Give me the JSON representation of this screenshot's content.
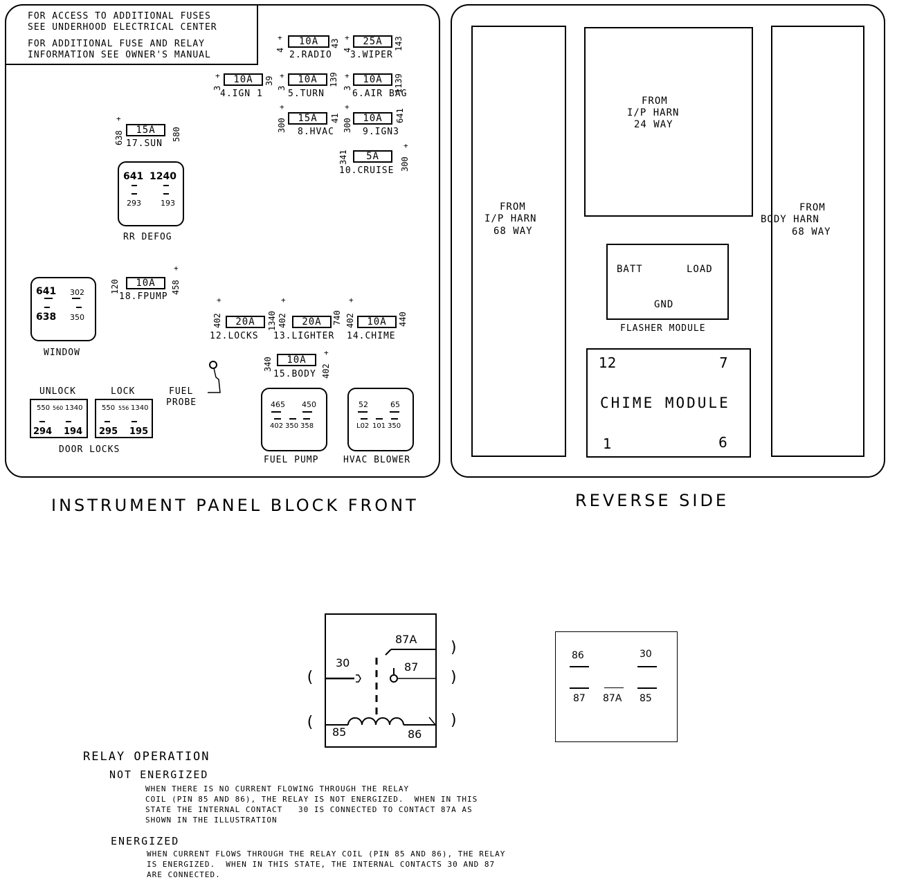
{
  "front": {
    "note1_line1": "FOR ACCESS TO ADDITIONAL FUSES",
    "note1_line2": "SEE UNDERHOOD ELECTRICAL CENTER",
    "note2_line1": "FOR ADDITIONAL FUSE AND RELAY",
    "note2_line2": "INFORMATION SEE OWNER'S MANUAL",
    "caption": "INSTRUMENT PANEL BLOCK FRONT",
    "fuses": {
      "f2": {
        "rating": "10A",
        "label": "2.RADIO"
      },
      "f3": {
        "rating": "25A",
        "label": "3.WIPER"
      },
      "f4": {
        "rating": "10A",
        "label": "4.IGN 1"
      },
      "f5": {
        "rating": "10A",
        "label": "5.TURN"
      },
      "f6": {
        "rating": "10A",
        "label": "6.AIR BAG"
      },
      "f8": {
        "rating": "15A",
        "label": "8.HVAC"
      },
      "f9": {
        "rating": "10A",
        "label": "9.IGN3"
      },
      "f10": {
        "rating": "5A",
        "label": "10.CRUISE"
      },
      "f17": {
        "rating": "15A",
        "label": "17.SUN"
      },
      "f18": {
        "rating": "10A",
        "label": "18.FPUMP"
      },
      "f12": {
        "rating": "20A",
        "label": "12.LOCKS"
      },
      "f13": {
        "rating": "20A",
        "label": "13.LIGHTER"
      },
      "f14": {
        "rating": "10A",
        "label": "14.CHIME"
      },
      "f15": {
        "rating": "10A",
        "label": "15.BODY"
      }
    },
    "circuits": {
      "f2_l": "4",
      "f2_r": "43",
      "f3_l": "4",
      "f3_r": "143",
      "f4_l": "3",
      "f4_r": "39",
      "f5_l": "3",
      "f5_r": "139",
      "f6_l": "3",
      "f6_r": "1139",
      "f8_l": "300",
      "f8_r": "41",
      "f9_l": "300",
      "f9_r": "641",
      "f10_l": "341",
      "f10_r": "300",
      "f17_l": "638",
      "f17_r": "580",
      "f18_l": "120",
      "f18_r": "458",
      "f12_l": "402",
      "f12_r": "1340",
      "f13_l": "402",
      "f13_r": "740",
      "f14_l": "402",
      "f14_r": "440",
      "f15_l": "340",
      "f15_r": "402"
    },
    "plus": "+",
    "rr_defog": {
      "label": "RR DEFOG",
      "p1": "641",
      "p2": "1240",
      "p3": "293",
      "p4": "193"
    },
    "window": {
      "label": "WINDOW",
      "p1": "641",
      "p2": "302",
      "p3": "638",
      "p4": "350"
    },
    "unlock": {
      "title": "UNLOCK",
      "p1": "550",
      "p2": "560",
      "p3": "1340",
      "p4": "294",
      "p5": "194"
    },
    "lock": {
      "title": "LOCK",
      "p1": "550",
      "p2": "556",
      "p3": "1340",
      "p4": "295",
      "p5": "195"
    },
    "door_locks": "DOOR LOCKS",
    "fuel_probe_1": "FUEL",
    "fuel_probe_2": "PROBE",
    "fuel_pump": {
      "label": "FUEL PUMP",
      "p1": "465",
      "p2": "450",
      "p3": "402",
      "p4": "350",
      "p5": "358"
    },
    "hvac_blower": {
      "label": "HVAC BLOWER",
      "p1": "52",
      "p2": "65",
      "p3": "L02",
      "p4": "101",
      "p5": "350"
    }
  },
  "reverse": {
    "caption": "REVERSE SIDE",
    "ip68": {
      "l1": "FROM",
      "l2": "I/P HARN",
      "l3": "68 WAY"
    },
    "ip24": {
      "l1": "FROM",
      "l2": "I/P HARN",
      "l3": "24 WAY"
    },
    "body68": {
      "l1": "FROM",
      "l2": "BODY HARN",
      "l3": "68 WAY"
    },
    "flasher": {
      "batt": "BATT",
      "load": "LOAD",
      "gnd": "GND",
      "label": "FLASHER MODULE"
    },
    "chime": {
      "label": "CHIME MODULE",
      "p12": "12",
      "p7": "7",
      "p1": "1",
      "p6": "6"
    }
  },
  "relay": {
    "schematic": {
      "p30": "30",
      "p87a": "87A",
      "p87": "87",
      "p85": "85",
      "p86": "86"
    },
    "paren_open": "(",
    "paren_close": ")",
    "pinout": {
      "p86": "86",
      "p30": "30",
      "p87": "87",
      "p87a": "87A",
      "p85": "85"
    },
    "title": "RELAY OPERATION",
    "not_energized_title": "NOT ENERGIZED",
    "not_energized_text": "WHEN THERE IS NO CURRENT FLOWING THROUGH THE RELAY\nCOIL (PIN 85 AND 86), THE RELAY IS NOT ENERGIZED.  WHEN IN THIS\nSTATE THE INTERNAL CONTACT   30 IS CONNECTED TO CONTACT 87A AS\nSHOWN IN THE ILLUSTRATION",
    "energized_title": "ENERGIZED",
    "energized_text": "WHEN CURRENT FLOWS THROUGH THE RELAY COIL (PIN 85 AND 86), THE RELAY\nIS ENERGIZED.  WHEN IN THIS STATE, THE INTERNAL CONTACTS 30 AND 87\nARE CONNECTED."
  }
}
